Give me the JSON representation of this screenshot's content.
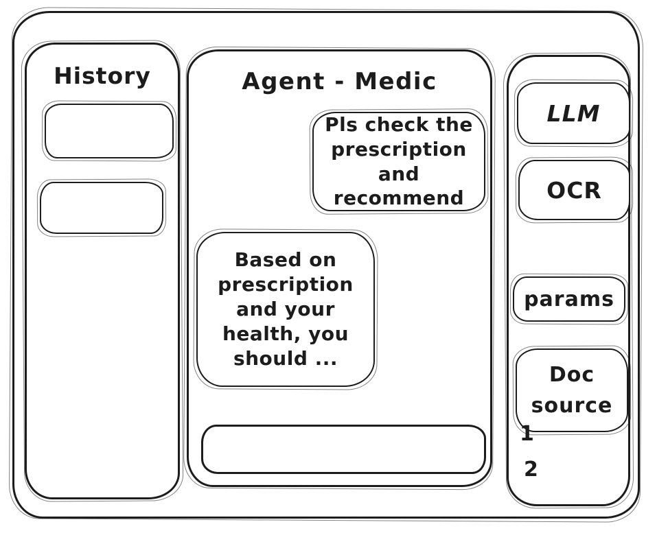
{
  "colors": {
    "ink": "#1c1c1c",
    "background": "#ffffff"
  },
  "history_panel": {
    "title": "History",
    "items": [
      {
        "label": ""
      },
      {
        "label": ""
      }
    ]
  },
  "chat_panel": {
    "title": "Agent - Medic",
    "messages": [
      {
        "role": "user",
        "text": "Pls check the prescription and recommend"
      },
      {
        "role": "agent",
        "text": "Based on prescription and your health, you should ..."
      }
    ],
    "input": {
      "value": "",
      "placeholder": ""
    }
  },
  "tools_panel": {
    "buttons": [
      {
        "id": "llm",
        "label": "LLM"
      },
      {
        "id": "ocr",
        "label": "OCR"
      },
      {
        "id": "params",
        "label": "params"
      },
      {
        "id": "doc-source",
        "label": "Doc source"
      }
    ],
    "doc_source_items": [
      "1",
      "2"
    ]
  }
}
